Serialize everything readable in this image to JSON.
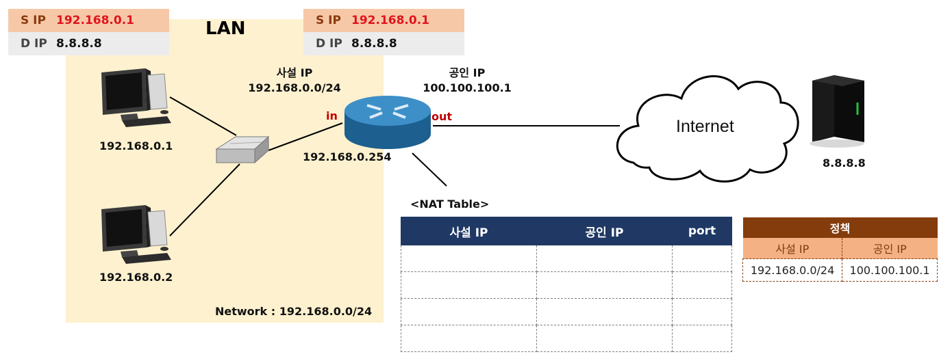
{
  "lan_title": "LAN",
  "packet_before": {
    "s_label": "S IP",
    "s_value": "192.168.0.1",
    "d_label": "D IP",
    "d_value": "8.8.8.8"
  },
  "packet_after": {
    "s_label": "S IP",
    "s_value": "192.168.0.1",
    "d_label": "D IP",
    "d_value": "8.8.8.8"
  },
  "private_ip": {
    "label": "사설 IP",
    "value": "192.168.0.0/24"
  },
  "public_ip": {
    "label": "공인 IP",
    "value": "100.100.100.1"
  },
  "router": {
    "in_label": "in",
    "out_label": "out",
    "ip": "192.168.0.254"
  },
  "pc1": {
    "ip": "192.168.0.1"
  },
  "pc2": {
    "ip": "192.168.0.2"
  },
  "network_label": "Network : 192.168.0.0/24",
  "internet_label": "Internet",
  "server": {
    "ip": "8.8.8.8"
  },
  "nat_table": {
    "title": "<NAT Table>",
    "headers": [
      "사설 IP",
      "공인 IP",
      "port"
    ],
    "empty_rows": 4
  },
  "policy": {
    "title": "정책",
    "headers": [
      "사설 IP",
      "공인 IP"
    ],
    "row": [
      "192.168.0.0/24",
      "100.100.100.1"
    ]
  },
  "colors": {
    "lan_bg": "#fdf1cf",
    "nat_header": "#1f3864",
    "policy_header": "#843c0c",
    "policy_sub": "#f4b183",
    "highlight_red": "#e0141e"
  }
}
